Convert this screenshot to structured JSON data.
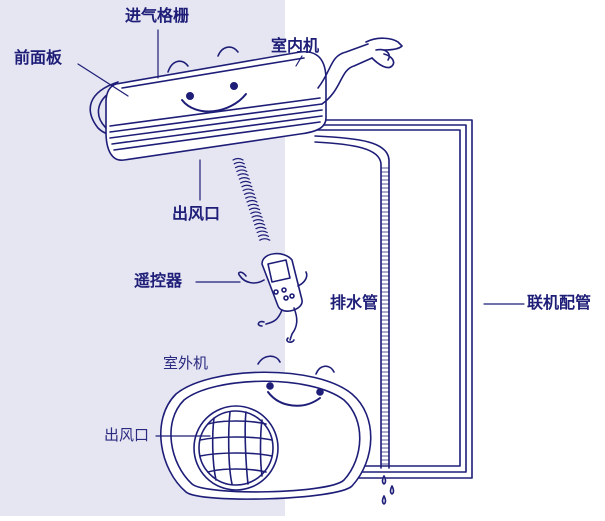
{
  "labels": {
    "intake_grille": "进气格栅",
    "front_panel": "前面板",
    "indoor_unit": "室内机",
    "indoor_outlet": "出风口",
    "remote_control": "遥控器",
    "drain_pipe": "排水管",
    "connecting_pipe": "联机配管",
    "outdoor_unit": "室外机",
    "outdoor_outlet": "出风口"
  },
  "colors": {
    "line": "#1e1e78",
    "background_panel": "#e6e5f2",
    "unit_fill": "#ffffff"
  }
}
